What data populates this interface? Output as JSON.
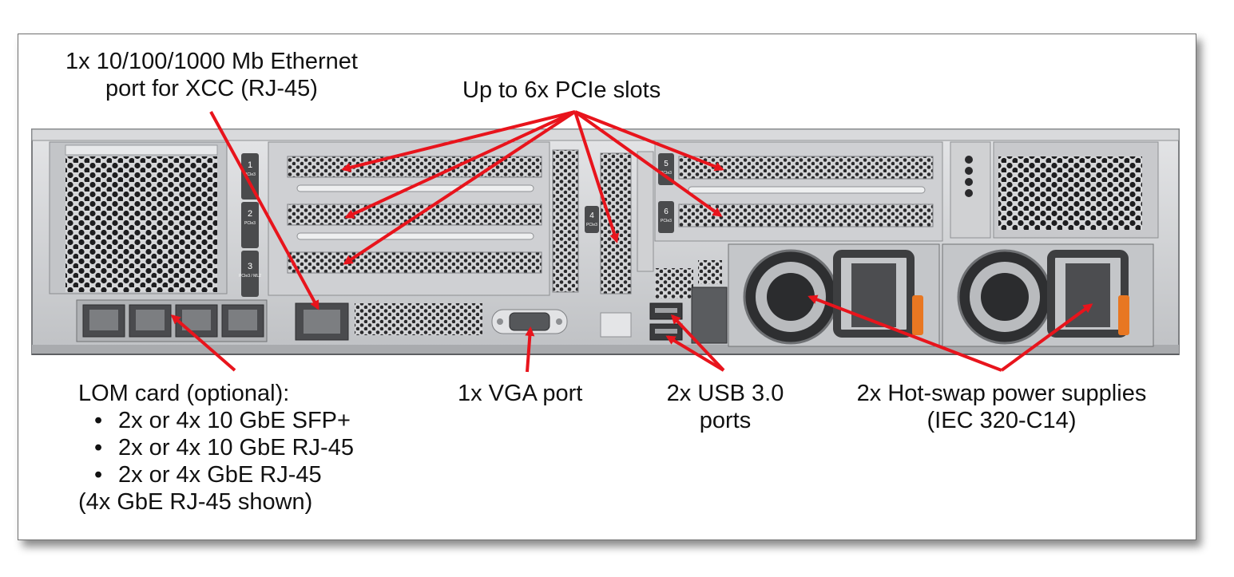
{
  "labels": {
    "xcc_line1": "1x 10/100/1000 Mb Ethernet",
    "xcc_line2": "port for XCC (RJ-45)",
    "pcie": "Up to 6x PCIe slots",
    "lom_title": "LOM card (optional):",
    "lom_bullets": [
      "2x or 4x 10 GbE SFP+",
      "2x or 4x 10 GbE RJ-45",
      "2x or 4x GbE RJ-45"
    ],
    "lom_note": "(4x GbE RJ-45 shown)",
    "vga": "1x VGA port",
    "usb_line1": "2x USB 3.0",
    "usb_line2": "ports",
    "psu_line1": "2x Hot-swap power supplies",
    "psu_line2": "(IEC 320-C14)"
  },
  "slot_numbers": {
    "slot1": "1",
    "slot1_sub": "PCIe3",
    "slot2": "2",
    "slot2_sub": "PCIe3",
    "slot3": "3",
    "slot3_sub": "PCIe3 / ML2",
    "slot4": "4",
    "slot4_sub": "PCIe3",
    "slot5": "5",
    "slot5_sub": "PCIe3",
    "slot6": "6",
    "slot6_sub": "PCIe3"
  },
  "colors": {
    "arrow": "#e8141c",
    "chassis": "#c9cacc",
    "chassis_dark": "#8d8f92",
    "psu_handle": "#e87722"
  }
}
